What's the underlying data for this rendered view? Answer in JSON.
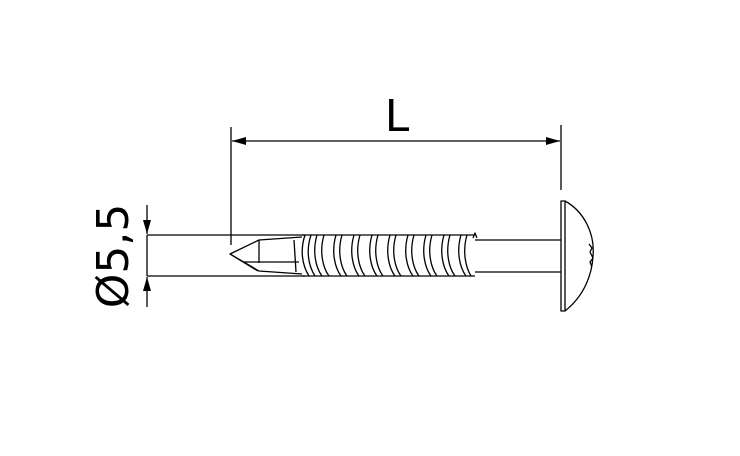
{
  "diagram": {
    "type": "technical-drawing",
    "subject": "self-drilling screw with round (mushroom) head",
    "colors": {
      "line": "#000000",
      "background": "#ffffff"
    },
    "dimensions": {
      "length": {
        "label": "L"
      },
      "diameter": {
        "label": "Ø5,5",
        "symbol": "Ø",
        "value": "5,5"
      }
    },
    "parts": [
      "drill-point",
      "thread",
      "shank",
      "head"
    ]
  }
}
